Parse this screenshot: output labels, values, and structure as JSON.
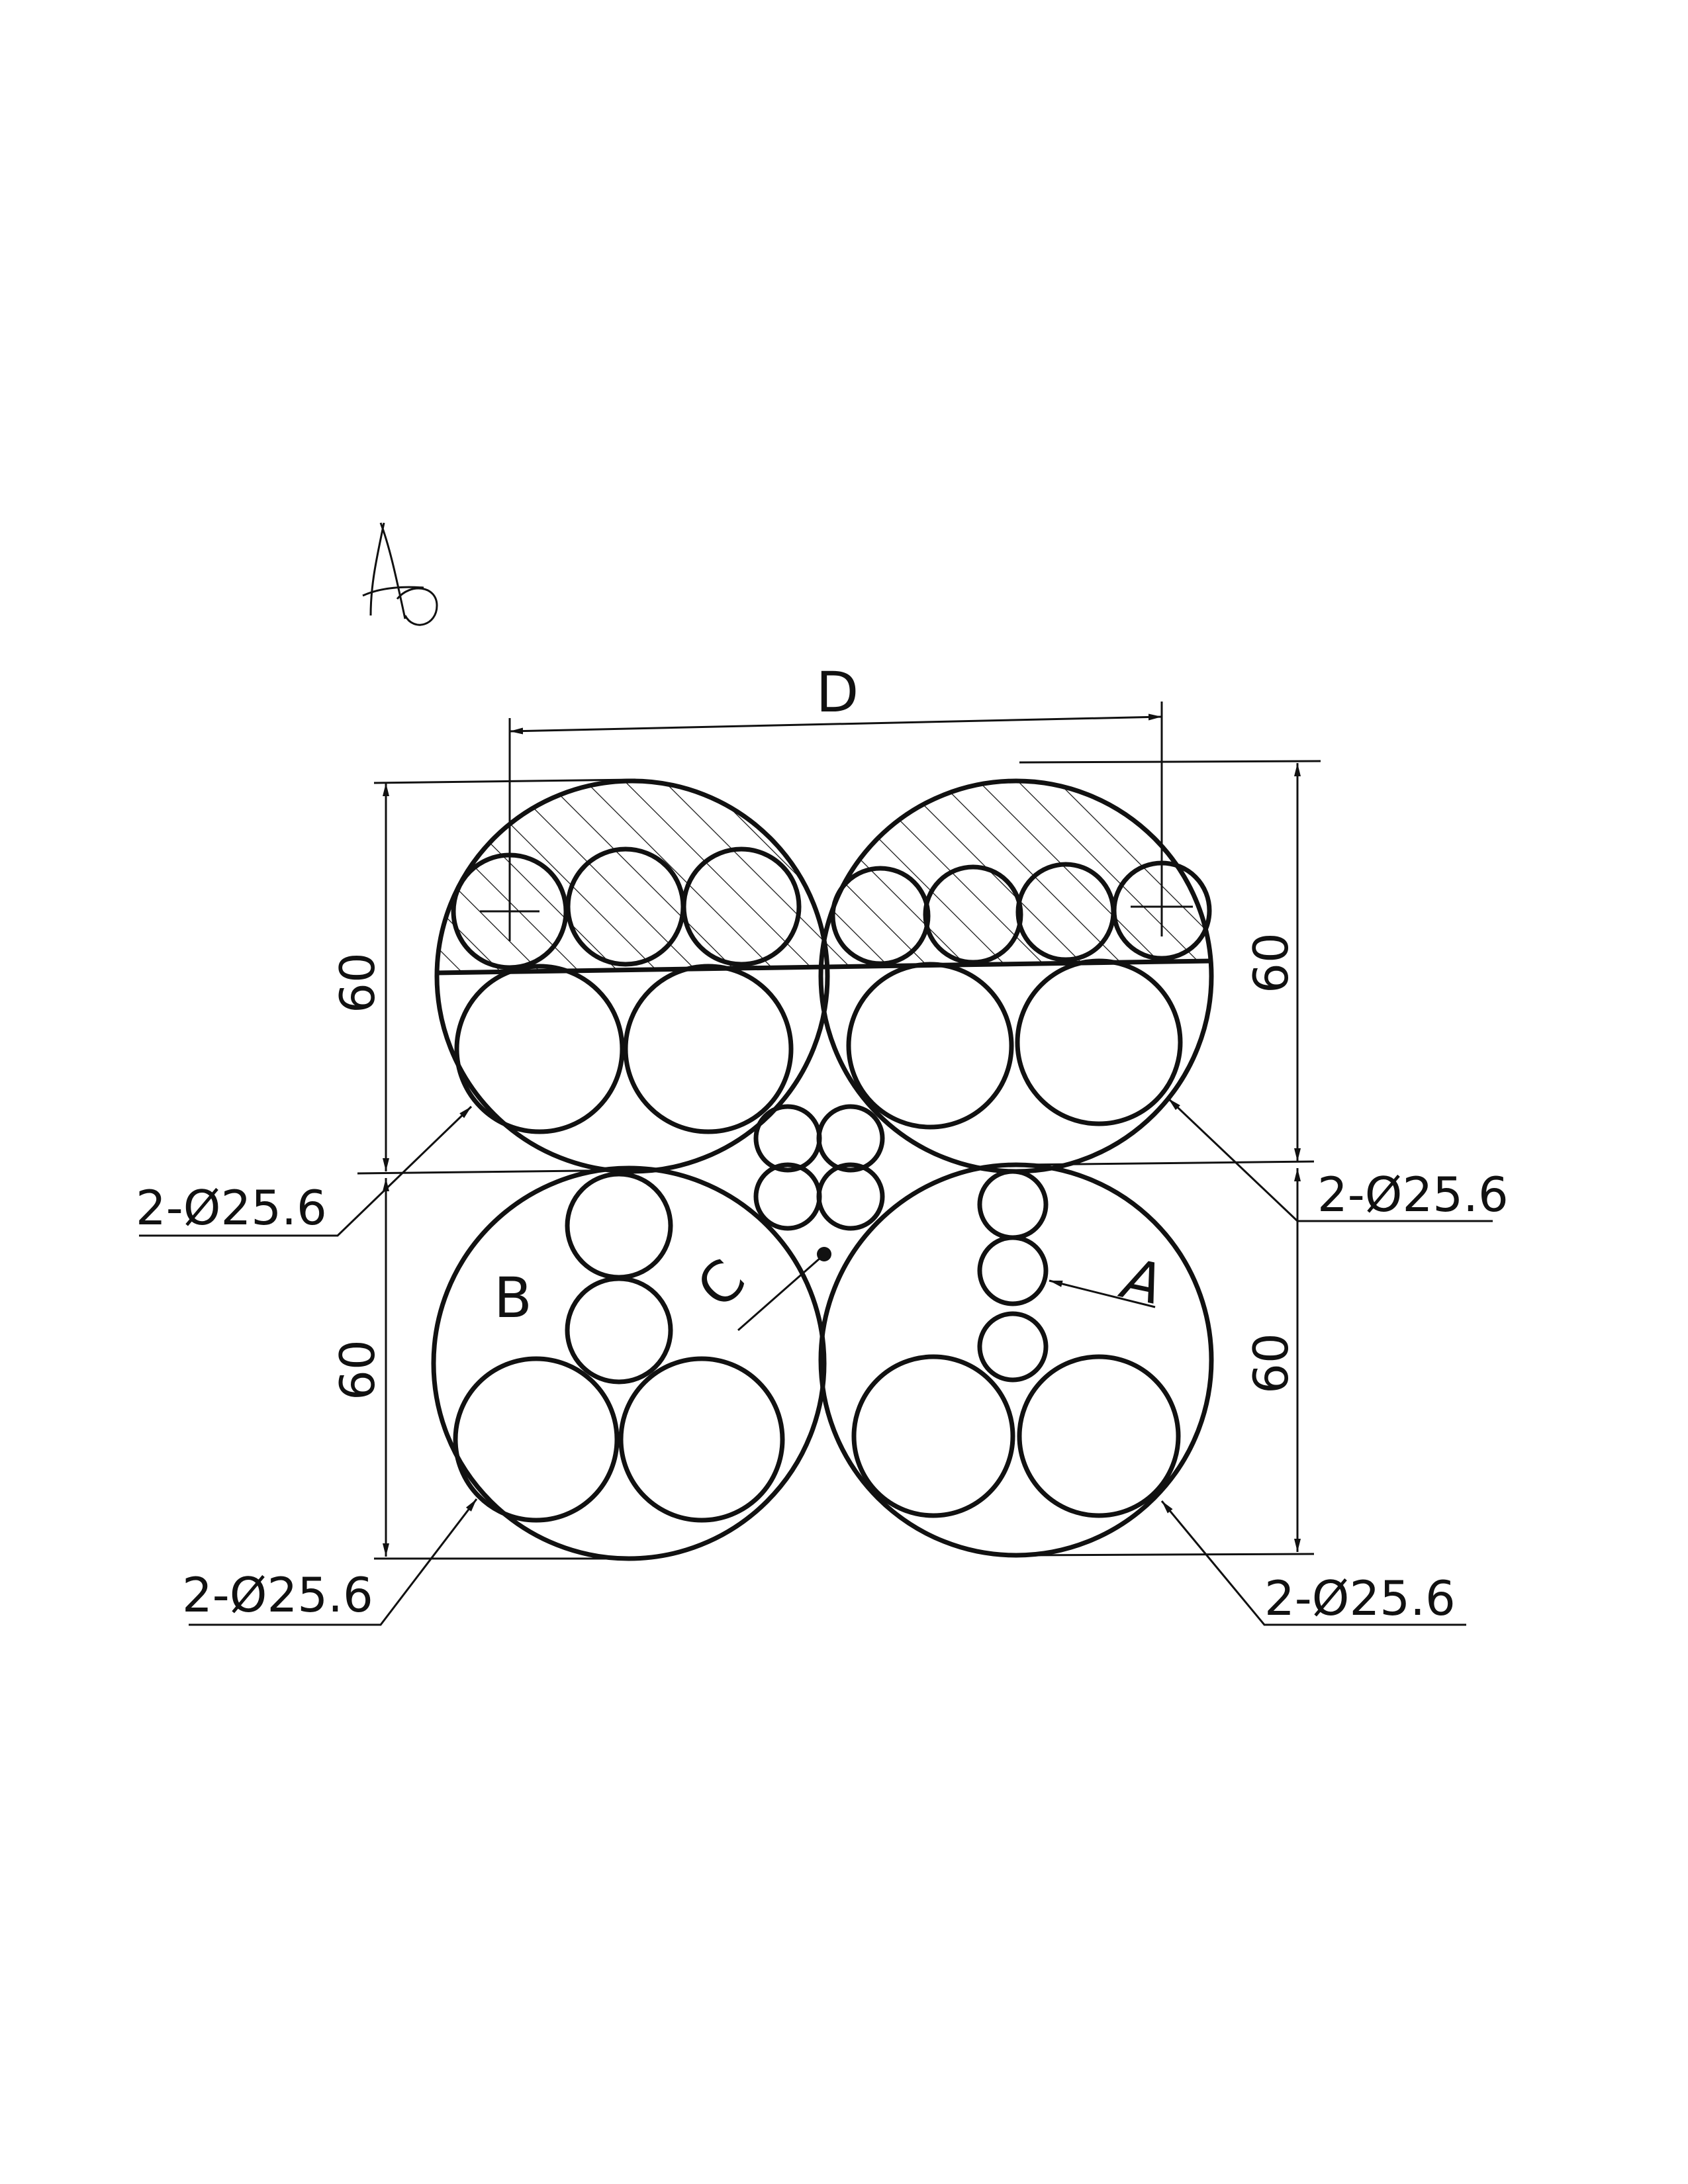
{
  "drawing": {
    "handwritten_mark": "A",
    "overall_dimension_label": "D",
    "height_dimensions": [
      "60",
      "60",
      "60",
      "60"
    ],
    "diameter_callouts": [
      "2-Ø25.6",
      "2-Ø25.6",
      "2-Ø25.6",
      "2-Ø25.6"
    ],
    "part_labels": {
      "a": "A",
      "b": "B",
      "c": "C"
    }
  }
}
